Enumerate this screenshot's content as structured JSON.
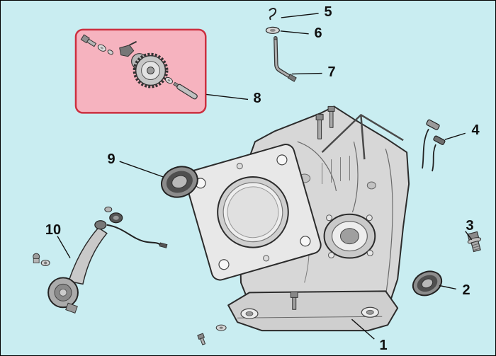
{
  "diagram": {
    "kind": "exploded-parts-diagram",
    "subject": "engine-crankcase-assembly"
  },
  "colors": {
    "background": "#c9edf1",
    "highlight_fill": "#f6b3bf",
    "highlight_border": "#cc2f3f",
    "leader_line": "#101010",
    "outline": "#2b2b2b"
  },
  "callouts": [
    {
      "label": "1",
      "part": "crankcase"
    },
    {
      "label": "2",
      "part": "oil-seal-small"
    },
    {
      "label": "3",
      "part": "drain-plug-bolt"
    },
    {
      "label": "4",
      "part": "wire-connector-set"
    },
    {
      "label": "5",
      "part": "clip-pin"
    },
    {
      "label": "6",
      "part": "washer"
    },
    {
      "label": "7",
      "part": "governor-arm-shaft"
    },
    {
      "label": "8",
      "part": "camshaft-assembly"
    },
    {
      "label": "9",
      "part": "oil-seal-large"
    },
    {
      "label": "10",
      "part": "oil-level-switch-assembly"
    }
  ]
}
